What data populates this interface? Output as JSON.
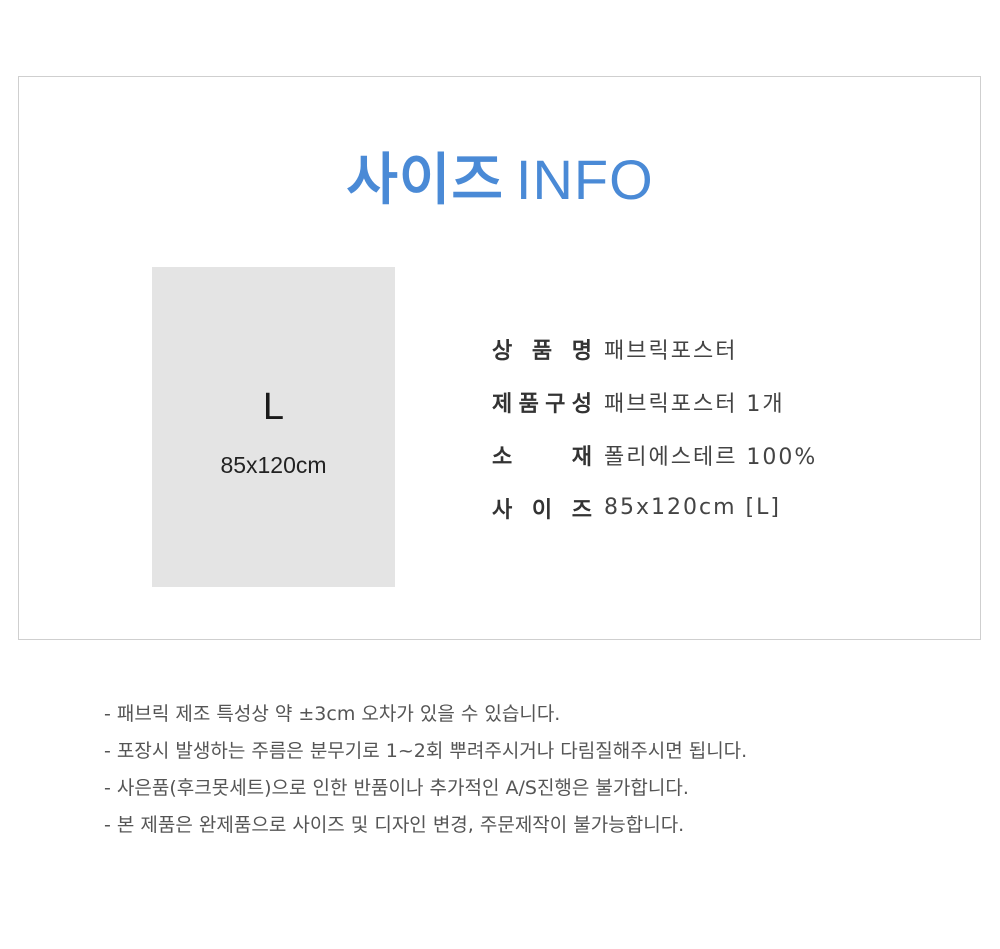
{
  "title": {
    "korean": "사이즈",
    "english": "INFO",
    "color": "#4a8ad6"
  },
  "size_card": {
    "size_letter": "L",
    "dimensions": "85x120cm",
    "background": "#e4e4e4"
  },
  "specs": [
    {
      "label_chars": [
        "상",
        "품",
        "명"
      ],
      "label": "상품명",
      "value": "패브릭포스터"
    },
    {
      "label_chars": [
        "제",
        "품",
        "구",
        "성"
      ],
      "label": "제품구성",
      "value": "패브릭포스터 1개"
    },
    {
      "label_chars": [
        "소",
        "재"
      ],
      "label": "소재",
      "value": "폴리에스테르 100%"
    },
    {
      "label_chars": [
        "사",
        "이",
        "즈"
      ],
      "label": "사이즈",
      "value": "85x120cm [L]"
    }
  ],
  "notes": [
    "- 패브릭 제조 특성상 약 ±3cm 오차가 있을 수 있습니다.",
    "- 포장시 발생하는 주름은 분무기로 1~2회 뿌려주시거나 다림질해주시면 됩니다.",
    "- 사은품(후크못세트)으로 인한 반품이나 추가적인 A/S진행은 불가합니다.",
    "- 본 제품은 완제품으로 사이즈 및 디자인 변경, 주문제작이 불가능합니다."
  ]
}
